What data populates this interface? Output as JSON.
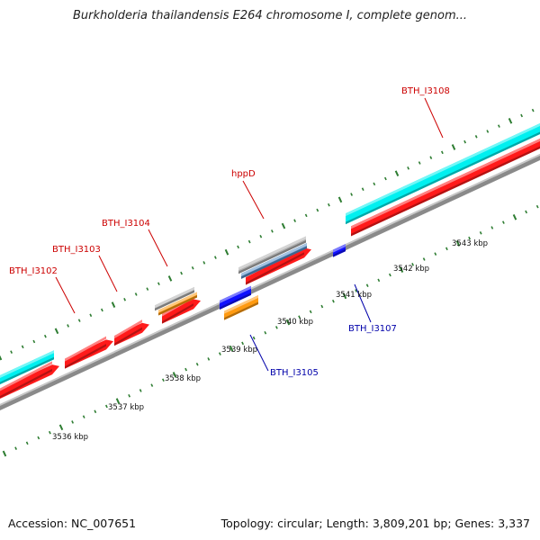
{
  "title": "Burkholderia thailandensis E264 chromosome I, complete genom...",
  "footer": {
    "accession": "Accession: NC_007651",
    "topology": "Topology: circular; Length: 3,809,201 bp; Genes: 3,337"
  },
  "colors": {
    "background": "#ffffff",
    "backbone": "#8a8a8a",
    "tick_mark": "#2e7d32",
    "forward_gene_label": "#cc0000",
    "reverse_gene_label": "#0000aa",
    "cds": "#ff1a1a",
    "rna": "#b0b0b0",
    "blue_feature": "#1010ff",
    "orange_feature": "#ff9a10",
    "cyan_feature": "#00f0f0",
    "steelblue_feature": "#5a90c8"
  },
  "scale_labels": [
    "3536 kbp",
    "3537 kbp",
    "3538 kbp",
    "3539 kbp",
    "3540 kbp",
    "3541 kbp",
    "3542 kbp",
    "3543 kbp"
  ],
  "gene_labels": [
    {
      "text": "BTH_I3102",
      "strand": "forward"
    },
    {
      "text": "BTH_I3103",
      "strand": "forward"
    },
    {
      "text": "BTH_I3104",
      "strand": "forward"
    },
    {
      "text": "hppD",
      "strand": "forward"
    },
    {
      "text": "BTH_I3108",
      "strand": "forward"
    },
    {
      "text": "BTH_I3105",
      "strand": "reverse"
    },
    {
      "text": "BTH_I3107",
      "strand": "reverse"
    }
  ]
}
